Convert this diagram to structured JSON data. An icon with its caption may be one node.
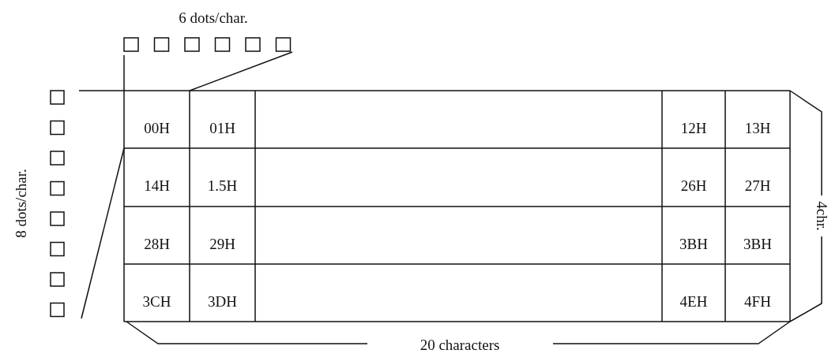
{
  "diagram": {
    "labels": [
      "6 dots/char.",
      "8 dots/char.",
      "00H",
      "01H",
      "12H",
      "13H",
      "14H",
      "1.5H",
      "26H",
      "27H",
      "28H",
      "29H",
      "3BH",
      "3BH",
      "3CH",
      "3DH",
      "4EH",
      "4FH",
      "4chr.",
      "20 characters"
    ]
  }
}
